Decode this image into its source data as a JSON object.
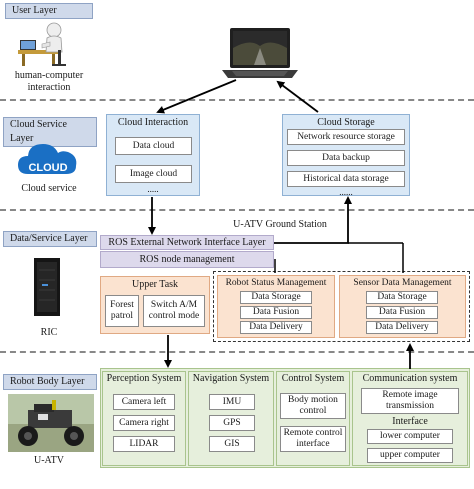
{
  "layers": {
    "user": "User Layer",
    "cloud": "Cloud Service Layer",
    "data": "Data/Service Layer",
    "robot": "Robot Body Layer"
  },
  "user_caption": "human-computer\ninteraction",
  "cloud_caption": "Cloud service",
  "cloud_logo_text": "CLOUD",
  "ric_caption": "RIC",
  "uatv_caption": "U-ATV",
  "ground_station": "U-ATV Ground Station",
  "cloud_interaction": {
    "title": "Cloud Interaction",
    "items": [
      "Data cloud",
      "Image cloud"
    ],
    "more": "....."
  },
  "cloud_storage": {
    "title": "Cloud Storage",
    "items": [
      "Network resource storage",
      "Data backup",
      "Historical data storage"
    ],
    "more": "......"
  },
  "ros": {
    "external": "ROS External Network Interface Layer",
    "node": "ROS node management"
  },
  "upper_task": {
    "title": "Upper Task",
    "items": [
      "Forest\npatrol",
      "Switch A/M\ncontrol mode"
    ]
  },
  "robot_status": {
    "title": "Robot Status Management",
    "items": [
      "Data Storage",
      "Data Fusion",
      "Data Delivery"
    ]
  },
  "sensor_data": {
    "title": "Sensor Data Management",
    "items": [
      "Data Storage",
      "Data Fusion",
      "Data Delivery"
    ]
  },
  "perception": {
    "title": "Perception System",
    "items": [
      "Camera left",
      "Camera right",
      "LIDAR"
    ]
  },
  "navigation": {
    "title": "Navigation System",
    "items": [
      "IMU",
      "GPS",
      "GIS"
    ]
  },
  "control": {
    "title": "Control System",
    "items": [
      "Body motion\ncontrol",
      "Remote control\ninterface"
    ]
  },
  "communication": {
    "title": "Communication system",
    "items": [
      "Remote image\ntransmission"
    ],
    "interface_title": "Interface",
    "interface_items": [
      "lower computer",
      "upper computer"
    ]
  }
}
